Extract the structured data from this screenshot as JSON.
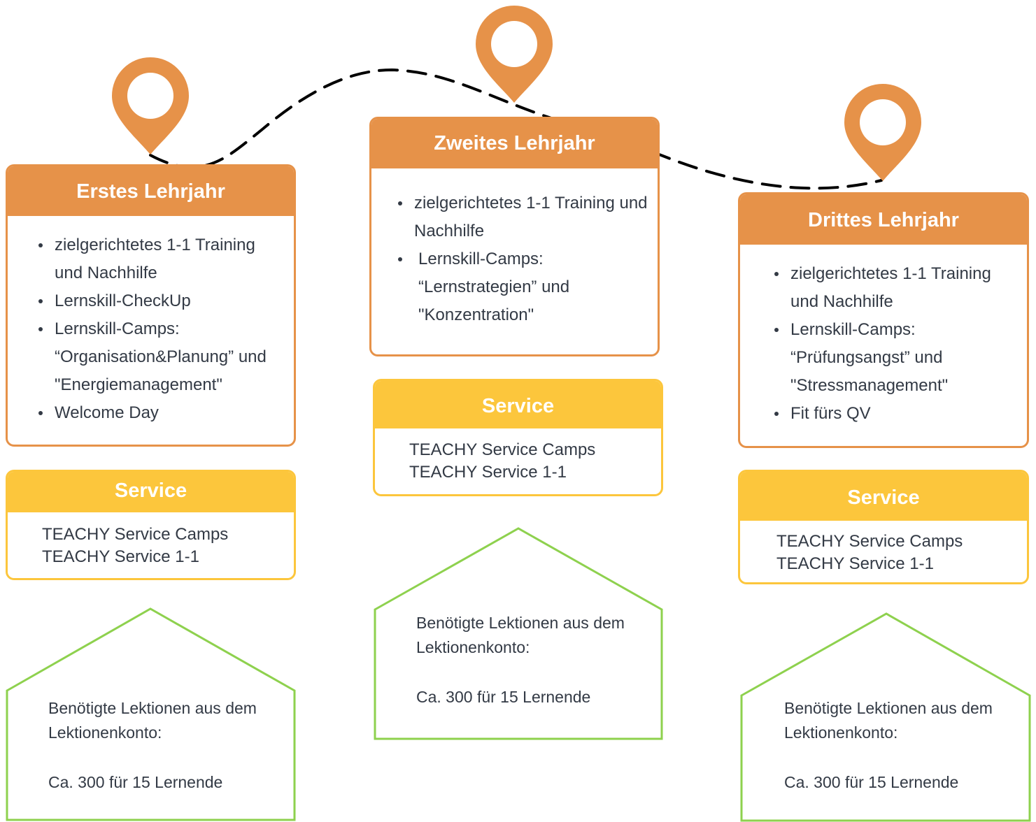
{
  "colors": {
    "year_header": "#e69249",
    "service_header": "#fcc63c",
    "house_outline": "#8ed14e",
    "pin": "#e69249",
    "path": "#000000",
    "text": "#333a45"
  },
  "icons": [
    "location-pin-icon",
    "location-pin-icon",
    "location-pin-icon"
  ],
  "years": [
    {
      "title": "Erstes Lehrjahr",
      "items": [
        "zielgerichtetes 1-1 Training und Nachhilfe",
        "Lernskill-CheckUp",
        "Lernskill-Camps: “Organisation&Planung” und \"Energiemanagement\"",
        "Welcome Day"
      ],
      "service": {
        "title": "Service",
        "lines": [
          "TEACHY Service Camps",
          "TEACHY Service 1-1"
        ]
      },
      "lessons": {
        "label": "Benötigte Lektionen aus dem Lektionenkonto:",
        "value": "Ca. 300 für 15 Lernende"
      }
    },
    {
      "title": "Zweites Lehrjahr",
      "items": [
        "zielgerichtetes 1-1 Training und Nachhilfe",
        "Lernskill-Camps: “Lernstrategien” und \"Konzentration\""
      ],
      "service": {
        "title": "Service",
        "lines": [
          "TEACHY Service Camps",
          "TEACHY Service 1-1"
        ]
      },
      "lessons": {
        "label": "Benötigte Lektionen aus dem Lektionenkonto:",
        "value": "Ca. 300 für 15 Lernende"
      }
    },
    {
      "title": "Drittes Lehrjahr",
      "items": [
        "zielgerichtetes 1-1 Training und Nachhilfe",
        "Lernskill-Camps: “Prüfungsangst” und \"Stressmanagement\"",
        "Fit fürs QV"
      ],
      "service": {
        "title": "Service",
        "lines": [
          "TEACHY Service Camps",
          "TEACHY Service 1-1"
        ]
      },
      "lessons": {
        "label": "Benötigte Lektionen aus dem Lektionenkonto:",
        "value": "Ca. 300 für 15 Lernende"
      }
    }
  ]
}
